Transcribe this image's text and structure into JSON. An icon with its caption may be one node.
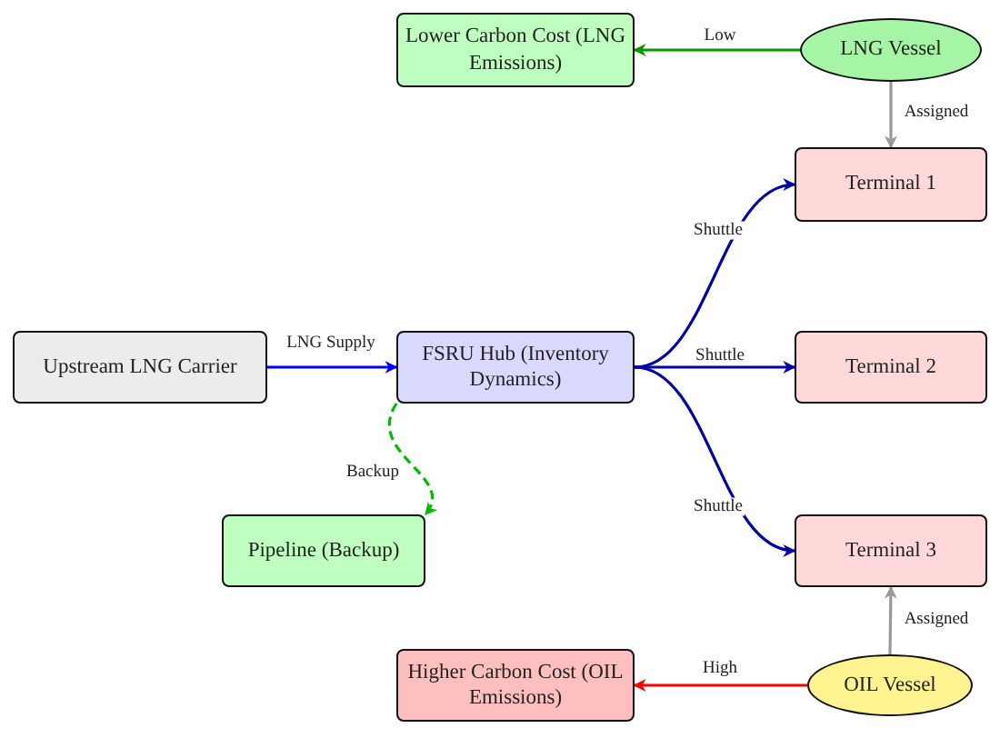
{
  "diagram": {
    "nodes": [
      {
        "text": [
          "Lower Carbon Cost (LNG Emissions)"
        ]
      },
      {
        "text": [
          "LNG Vessel"
        ]
      },
      {
        "text": [
          "Terminal 1"
        ]
      },
      {
        "text": [
          "Upstream LNG Carrier"
        ]
      },
      {
        "text": [
          "FSRU Hub (Inventory Dynamics)"
        ]
      },
      {
        "text": [
          "Terminal 2"
        ]
      },
      {
        "text": [
          "Pipeline (Backup)"
        ]
      },
      {
        "text": [
          "Terminal 3"
        ]
      },
      {
        "text": [
          "Higher Carbon Cost (OIL Emissions)"
        ]
      },
      {
        "text": [
          "OIL Vessel"
        ]
      }
    ],
    "edges": [
      {
        "from": 1,
        "to": 0,
        "arrow": "to",
        "label": "Low",
        "color": "#009900"
      },
      {
        "from": 1,
        "to": 2,
        "arrow": "to",
        "label": "Assigned",
        "color": "#999999"
      },
      {
        "from": 3,
        "to": 4,
        "arrow": "to",
        "label": "LNG Supply",
        "color": "#0000ff"
      },
      {
        "from": 4,
        "to": 2,
        "arrow": "to",
        "label": "Shuttle"
      },
      {
        "from": 4,
        "to": 5,
        "arrow": "to",
        "label": "Shuttle"
      },
      {
        "from": 4,
        "to": 7,
        "arrow": "to",
        "label": "Shuttle"
      },
      {
        "from": 4,
        "to": 6,
        "arrow": "to",
        "label": "Backup",
        "style": "dashed",
        "color": "#00bb00"
      },
      {
        "from": 9,
        "to": 7,
        "arrow": "to",
        "label": "Assigned",
        "color": "#999999"
      },
      {
        "from": 9,
        "to": 8,
        "arrow": "to",
        "label": "High",
        "color": "#ff0000"
      }
    ]
  }
}
